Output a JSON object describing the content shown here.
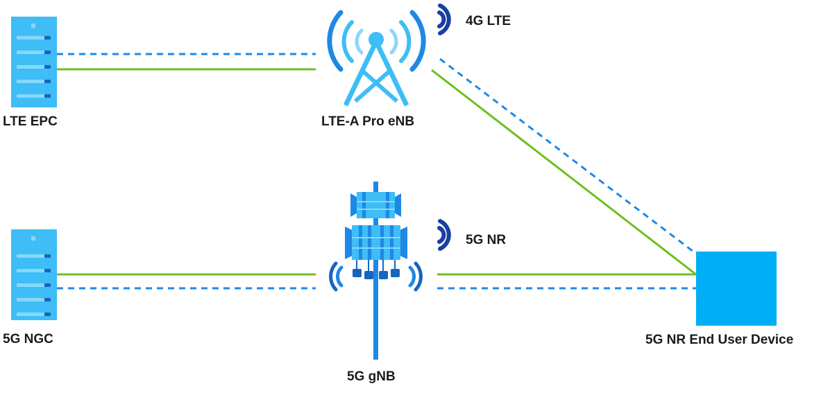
{
  "nodes": {
    "lte_epc": {
      "label": "LTE EPC"
    },
    "lte_enb": {
      "label": "LTE-A Pro eNB"
    },
    "ngc": {
      "label": "5G NGC"
    },
    "gnb": {
      "label": "5G gNB"
    },
    "device": {
      "label": "5G NR End User Device"
    }
  },
  "signals": {
    "lte": {
      "label": "4G LTE"
    },
    "nr": {
      "label": "5G NR"
    }
  },
  "links": [
    {
      "from": "LTE EPC",
      "to": "LTE-A Pro eNB",
      "style": "dashed",
      "color": "#1e88e5"
    },
    {
      "from": "LTE EPC",
      "to": "LTE-A Pro eNB",
      "style": "solid",
      "color": "#6cbf1e"
    },
    {
      "from": "LTE-A Pro eNB",
      "to": "5G NR End User Device",
      "style": "dashed",
      "color": "#1e88e5"
    },
    {
      "from": "LTE-A Pro eNB",
      "to": "5G NR End User Device",
      "style": "solid",
      "color": "#6cbf1e"
    },
    {
      "from": "5G NGC",
      "to": "5G gNB",
      "style": "solid",
      "color": "#6cbf1e"
    },
    {
      "from": "5G NGC",
      "to": "5G gNB",
      "style": "dashed",
      "color": "#1e88e5"
    },
    {
      "from": "5G gNB",
      "to": "5G NR End User Device",
      "style": "solid",
      "color": "#6cbf1e"
    },
    {
      "from": "5G gNB",
      "to": "5G NR End User Device",
      "style": "dashed",
      "color": "#1e88e5"
    }
  ],
  "colors": {
    "server": "#3ebdf6",
    "server_slot": "#8ad7fb",
    "server_led": "#1565c0",
    "tower": "#3ebdf6",
    "wave_dark": "#1565c0",
    "wave_mid": "#1e88e5",
    "wave_light": "#8ad7fb",
    "device": "#00aef5",
    "gnb_mast": "#1e88e5",
    "gnb_panel": "#3ebdf6",
    "gnb_panel_dark": "#1e88e5",
    "wave_icon": "#1a3fa3"
  }
}
